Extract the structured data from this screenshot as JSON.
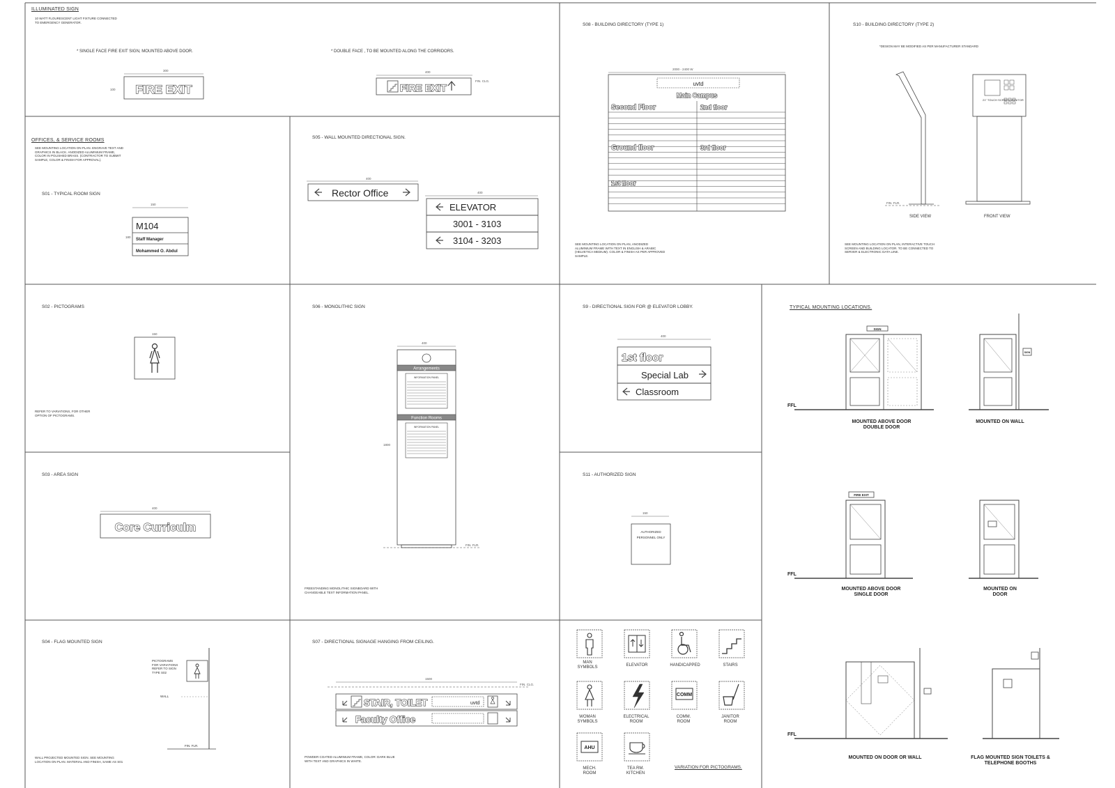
{
  "illuminated": {
    "title": "ILLUMINATED SIGN",
    "note": "10 WATT FLOURESCENT LIGHT FIXTURE CONNECTED TO EMERGENCY GENERATOR.",
    "single_caption": "* SINGLE FACE FIRE EXIT SIGN, MOUNTED ABOVE DOOR.",
    "double_caption": "* DOUBLE FACE , TO BE MOUNTED ALONG THE CORRIDORS.",
    "fire_exit": "FIRE EXIT",
    "dim_300": "300",
    "dim_400": "400",
    "dim_100": "100",
    "fin_clg": "FIN. CLG."
  },
  "offices": {
    "title": "OFFICES, & SERVICE ROOMS",
    "note": "SEE MOUNTING LOCATION ON PLAN. ENGRAVE TEXT AND GRAPHICS IN BLACK. ANODIZED ALUMINIUM FRAME, COLOR IN POLISHED BRASS. (CONTRACTOR TO SUBMIT SAMPLE, COLOR & FINISH FOR APPROVAL).",
    "sub": "S01 - TYPICAL ROOM SIGN",
    "room": "M104",
    "role": "Staff Manager",
    "person": "Mohammed O. Abdul",
    "dim_150": "150",
    "dim_180": "180"
  },
  "s05": {
    "title": "S05 - WALL MOUNTED DIRECTIONAL SIGN.",
    "rector": "Rector Office",
    "elevator": "ELEVATOR",
    "range1": "3001 - 3103",
    "range2": "3104 - 3203",
    "dim_400": "400"
  },
  "s08": {
    "title": "S08 - BUILDING DIRECTORY (TYPE 1)",
    "dim_width": "2000 - 2400 W",
    "header": "uvtd",
    "sub": "Main Campus",
    "floor_labels": [
      "Second Floor",
      "2nd floor",
      "Ground floor",
      "3rd floor",
      "1st floor"
    ],
    "note": "SEE MOUNTING LOCATION ON PLAN, ANODIZED ALUMINIUM FRAME WITH TEXT IN ENGLISH & ARABIC (HELVETICA MEDIUM). COLOR & FINISH AS PER APPROVED SAMPLE."
  },
  "s10": {
    "title": "S10 - BUILDING DIRECTORY (TYPE 2)",
    "design_note": "*DESIGN MAY BE MODIFIED AS PER MANUFACTURER STANDARD",
    "screen": "21\" TOUCH SCREEN MONITOR",
    "side_view": "SIDE VIEW",
    "front_view": "FRONT VIEW",
    "fin_flr": "FIN. FLR.",
    "note": "SEE MOUNTING LOCATION ON PLAN, INTERACTIVE TOUCH SCREEN AND BUILDING LOCATOR. TO BE CONNECTED TO SERVER & ELECTRONIC DATA LINE."
  },
  "s02": {
    "title": "S02 - PICTOGRAMS",
    "note": "REFER TO VARIATIONS, FOR OTHER OPTION OF PICTOGRAMS.",
    "dim_150": "150"
  },
  "s06": {
    "title": "S06 - MONOLITHIC SIGN",
    "band1": "Arrangements",
    "band2": "Function Rooms",
    "panel": "INFORMATION PANEL",
    "note": "FREESTANDING MONOLITHIC SIGNBOARD WITH CHANGEABLE TEXT INFORMATION PANEL.",
    "fin_flr": "FIN. FLR.",
    "dim_1800": "1800",
    "dim_400": "400"
  },
  "s9": {
    "title": "S9 - DIRECTIONAL SIGN FOR @ ELEVATOR LOBBY.",
    "floor": "1st floor",
    "lab": "Special Lab",
    "classroom": "Classroom",
    "dim_400": "400"
  },
  "mounting": {
    "title": "TYPICAL MOUNTING LOCATIONS.",
    "sign": "SIGN",
    "fire_exit": "FIRE EXIT",
    "ffl": "FFL",
    "l1": "MOUNTED ABOVE DOOR DOUBLE DOOR",
    "l2": "MOUNTED ON WALL",
    "l3": "MOUNTED ABOVE DOOR SINGLE DOOR",
    "l4": "MOUNTED ON DOOR",
    "l5": "MOUNTED ON DOOR OR WALL",
    "l6": "FLAG MOUNTED SIGN TOILETS & TELEPHONE BOOTHS"
  },
  "s03": {
    "title": "S03 - AREA SIGN",
    "text": "Core Curriculm",
    "dim_400": "400"
  },
  "s11": {
    "title": "S11 - AUTHORIZED SIGN",
    "text": "AUTHORIZED PERSONNEL ONLY",
    "dim_150": "150"
  },
  "s04": {
    "title": "S04 - FLAG MOUNTED SIGN",
    "pict_note": "PICTOGRAMS FOR VARIATIONS REFER TO SIGN TYPE S02",
    "wall": "WALL",
    "fin_flr": "FIN. FLR.",
    "note": "WALL PROJECTED MOUNTED SIGN. SEE MOUNTING LOCATION ON PLAN. MATERIAL AND FINISH, SAME AS S01"
  },
  "s07": {
    "title": "S07 - DIRECTIONAL SIGNAGE HANGING FROM CEILING.",
    "row1": "STAIR, TOILET",
    "row2": "Faculty Office",
    "tag": "uvtd",
    "dim_1500": "1500",
    "fin_clg": "FIN. CLG.",
    "note": "POWDER COATED ALUMINIUM FRAME, COLOR: DARK BLUE WITH TEXT AND GRAPHICS IN WHITE."
  },
  "pictograms": {
    "items": [
      "MAN SYMBOLS",
      "ELEVATOR",
      "HANDICAPPED",
      "STAIRS",
      "WOMAN SYMBOLS",
      "ELECTRICAL ROOM",
      "COMM. ROOM",
      "JANITOR ROOM",
      "MECH. ROOM",
      "TEA RM. KITCHEN"
    ],
    "comm": "COMM",
    "ahu": "AHU",
    "variation": "VARIATION FOR PICTOGRAMS."
  },
  "colors": {
    "line": "#444444",
    "paper": "#ffffff"
  }
}
